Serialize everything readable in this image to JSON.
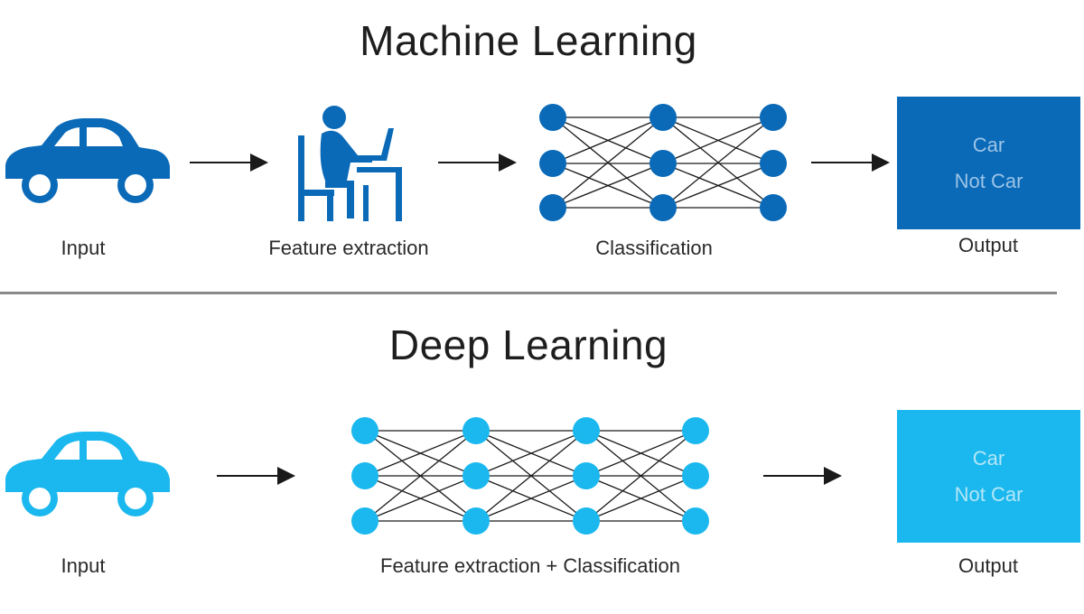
{
  "machine_learning": {
    "title": "Machine Learning",
    "input_label": "Input",
    "feature_label": "Feature extraction",
    "classification_label": "Classification",
    "output_label": "Output",
    "output_options": [
      "Car",
      "Not Car"
    ],
    "color": "#0a6ab8"
  },
  "deep_learning": {
    "title": "Deep Learning",
    "input_label": "Input",
    "combined_label": "Feature extraction + Classification",
    "output_label": "Output",
    "output_options": [
      "Car",
      "Not Car"
    ],
    "color": "#1ab8ee"
  }
}
